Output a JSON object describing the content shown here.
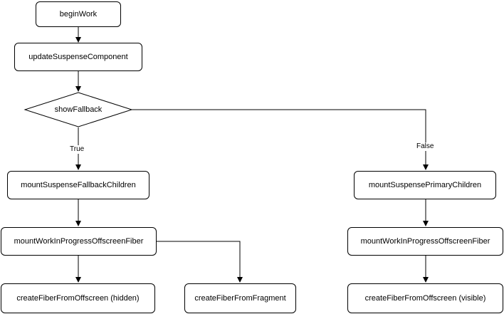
{
  "nodes": {
    "begin_work": "beginWork",
    "update_suspense_component": "updateSuspenseComponent",
    "show_fallback": "showFallback",
    "mount_suspense_fallback_children": "mountSuspenseFallbackChildren",
    "mount_wip_offscreen_fiber_left": "mountWorkInProgressOffscreenFiber",
    "create_fiber_from_offscreen_hidden": "createFiberFromOffscreen (hidden)",
    "create_fiber_from_fragment": "createFiberFromFragment",
    "mount_suspense_primary_children": "mountSuspensePrimaryChildren",
    "mount_wip_offscreen_fiber_right": "mountWorkInProgressOffscreenFiber",
    "create_fiber_from_offscreen_visible": "createFiberFromOffscreen (visible)"
  },
  "edge_labels": {
    "true_label": "True",
    "false_label": "False"
  }
}
